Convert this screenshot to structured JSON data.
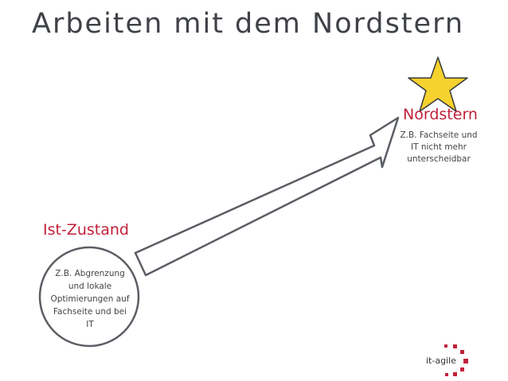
{
  "title": "Arbeiten mit dem Nordstern",
  "target": {
    "label": "Nordstern",
    "description": [
      "Z.B. Fachseite und",
      "IT nicht mehr",
      "unterscheidbar"
    ]
  },
  "current_state": {
    "label": "Ist-Zustand",
    "description": [
      "Z.B. Abgrenzung",
      "und lokale",
      "Optimierungen auf",
      "Fachseite und bei",
      "IT"
    ]
  },
  "logo": {
    "text": "it-agile",
    "icon": "it-agile-logo-icon"
  },
  "colors": {
    "accent_red": "#c0213a",
    "star_fill": "#f5d22e",
    "line_gray": "#5a5e63"
  }
}
